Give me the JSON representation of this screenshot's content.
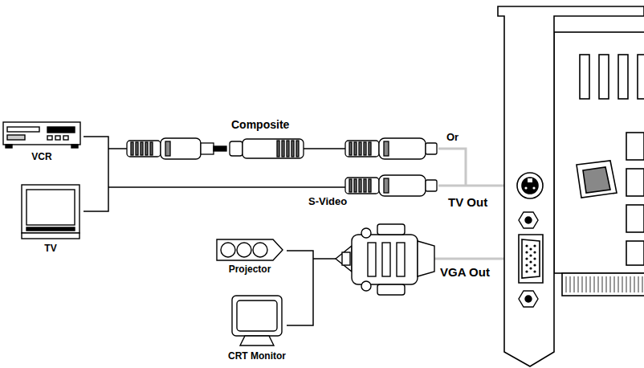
{
  "diagram": {
    "nodes": [
      {
        "text": [
          "VCR"
        ]
      },
      {
        "text": [
          "TV"
        ]
      },
      {
        "text": [
          "Projector"
        ]
      },
      {
        "text": [
          "CRT Monitor"
        ]
      }
    ],
    "labels": [
      "Composite",
      "Or",
      "S-Video",
      "TV Out",
      "VGA Out"
    ]
  }
}
